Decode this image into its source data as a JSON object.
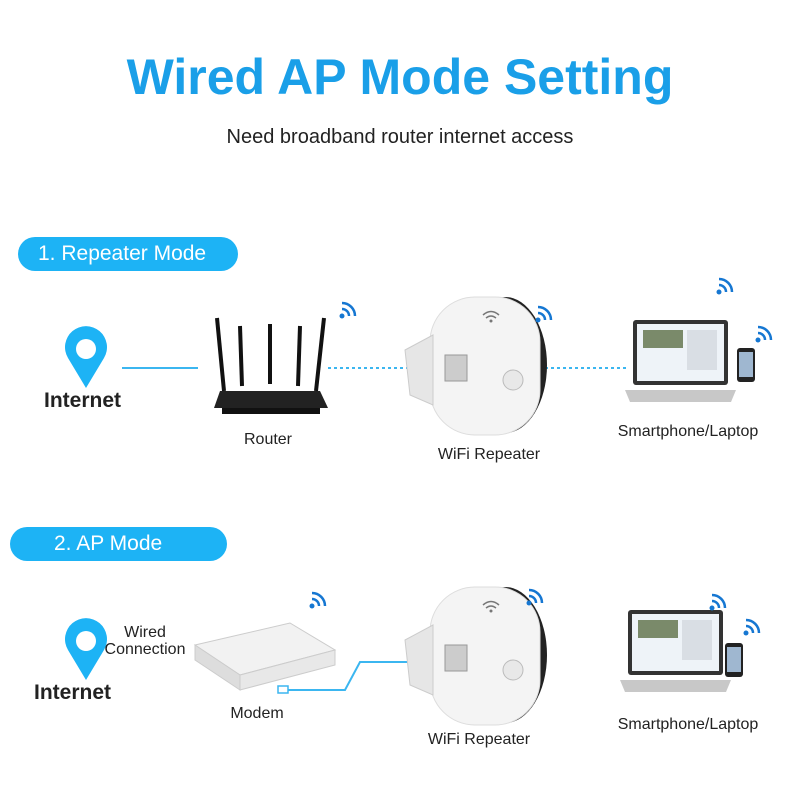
{
  "title": "Wired AP Mode Setting",
  "subtitle": "Need broadband router internet access",
  "colors": {
    "accent": "#1db3f5",
    "title": "#1a9fe8"
  },
  "section1": {
    "heading": "1. Repeater Mode",
    "internet": "Internet",
    "router": "Router",
    "repeater": "WiFi Repeater",
    "clients": "Smartphone/Laptop"
  },
  "section2": {
    "heading": "2. AP Mode",
    "internet": "Internet",
    "wired_line1": "Wired",
    "wired_line2": "Connection",
    "modem": "Modem",
    "repeater": "WiFi Repeater",
    "clients": "Smartphone/Laptop"
  }
}
